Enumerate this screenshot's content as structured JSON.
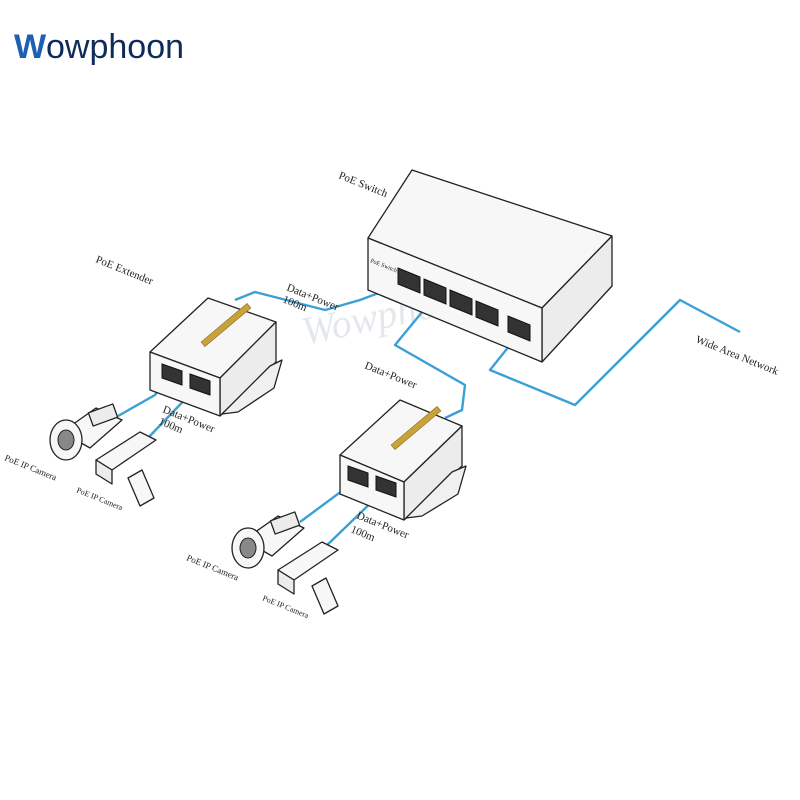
{
  "brand": {
    "logo_letter": "W",
    "logo_rest": "owphoon",
    "watermark": "Wowphoon"
  },
  "devices": {
    "switch": {
      "label": "PoE Switch",
      "face_text": "PoE Switch"
    },
    "extender_left": {
      "label": "PoE Extender"
    }
  },
  "cables": {
    "switch_to_left_extender": {
      "line1": "Data+Power",
      "line2": "100m"
    },
    "switch_to_right_extender": {
      "line1": "Data+Power"
    },
    "wan": {
      "label": "Wide Area Network"
    },
    "left_extender_to_camera": {
      "line1": "Data+Power",
      "line2": "100m"
    },
    "right_extender_to_camera": {
      "line1": "Data+Power",
      "line2": "100m"
    }
  },
  "cameras": {
    "left_bullet": "PoE IP Camera",
    "left_box": "PoE IP Camera",
    "right_bullet": "PoE IP Camera",
    "right_box": "PoE IP Camera"
  },
  "colors": {
    "cable": "#3aa0d6",
    "brand": "#0e2b5c",
    "logo_accent": "#1d5fb3"
  }
}
